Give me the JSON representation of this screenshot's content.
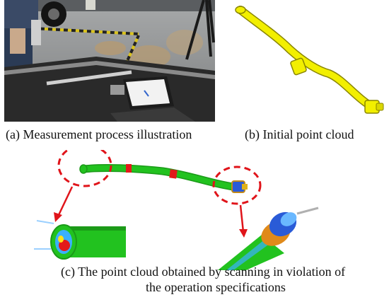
{
  "captions": {
    "a": "(a) Measurement process illustration",
    "b": "(b) Initial point cloud",
    "c_line1": "(c) The point cloud obtained by scanning in violation of",
    "c_line2": "the operation specifications"
  },
  "colors": {
    "cloud_yellow": "#f2ef00",
    "scan_green": "#22c21f",
    "defect_red": "#e31a1a",
    "callout_red": "#e0141a",
    "floor_gray": "#8e8f90"
  }
}
